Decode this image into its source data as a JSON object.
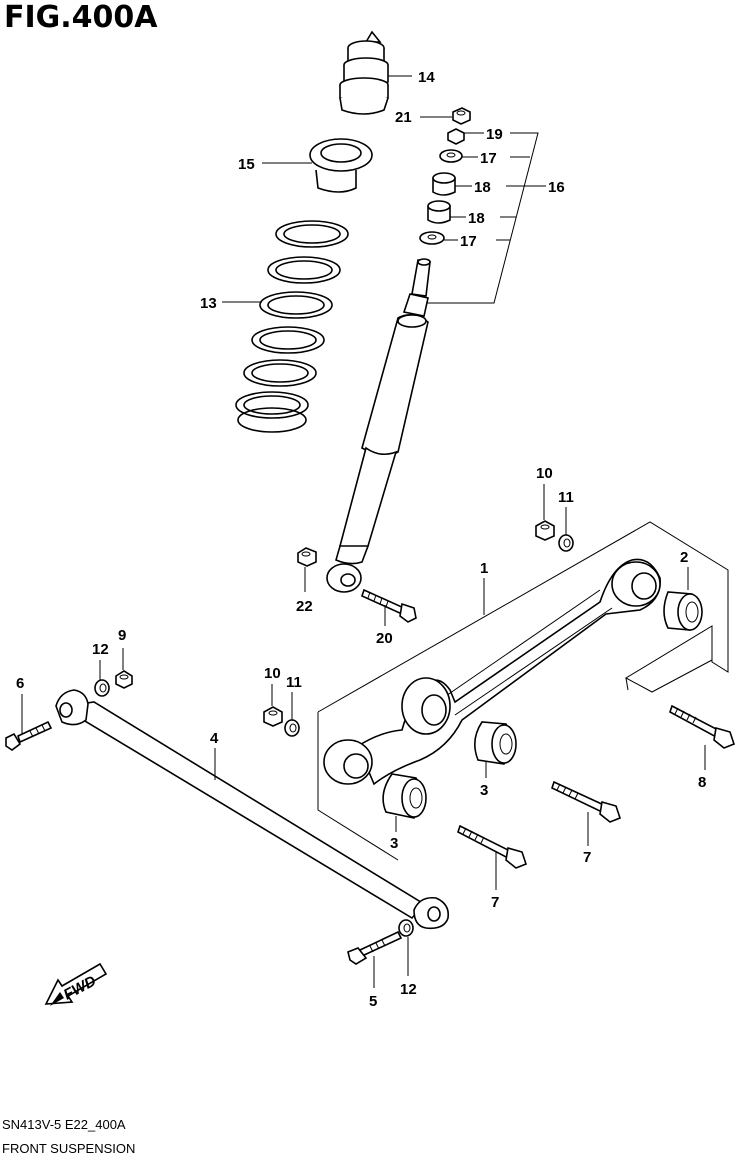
{
  "figure": {
    "title": "FIG.400A",
    "code": "SN413V-5 E22_400A",
    "caption": "FRONT SUSPENSION",
    "fwd_label": "FWD"
  },
  "callouts": {
    "c1": "1",
    "c2": "2",
    "c3a": "3",
    "c3b": "3",
    "c4": "4",
    "c5": "5",
    "c6": "6",
    "c7a": "7",
    "c7b": "7",
    "c8": "8",
    "c9": "9",
    "c10a": "10",
    "c10b": "10",
    "c11a": "11",
    "c11b": "11",
    "c12a": "12",
    "c12b": "12",
    "c13": "13",
    "c14": "14",
    "c15": "15",
    "c16": "16",
    "c17a": "17",
    "c17b": "17",
    "c18a": "18",
    "c18b": "18",
    "c19": "19",
    "c20": "20",
    "c21": "21",
    "c22": "22"
  }
}
